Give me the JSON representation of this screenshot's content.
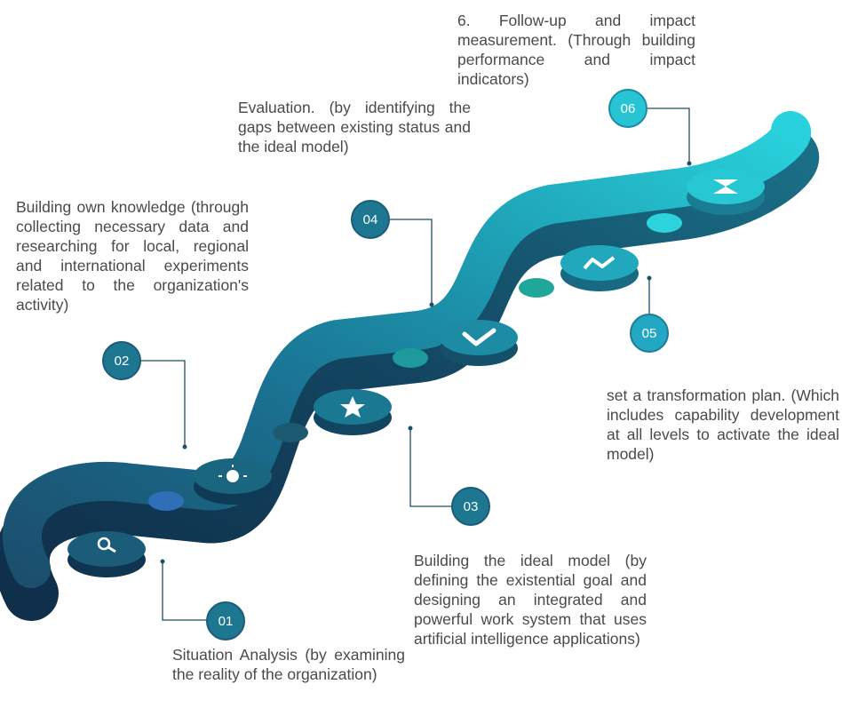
{
  "steps": [
    {
      "number": "01",
      "text": "Situation Analysis (by examining the reality of the organization)",
      "icon": "magnifier-icon"
    },
    {
      "number": "02",
      "text": "Building own knowledge (through collecting necessary data and researching for local, regional and international experiments related to the organization's activity)",
      "icon": "lightbulb-icon"
    },
    {
      "number": "03",
      "text": "Building the ideal model (by defining the existential goal and designing an integrated and powerful work system that uses artificial intelligence applications)",
      "icon": "star-icon"
    },
    {
      "number": "04",
      "text": "Evaluation. (by identifying the gaps between existing status and the ideal model)",
      "icon": "checkmark-icon"
    },
    {
      "number": "05",
      "text": "set a transformation plan. (Which includes capability development at all levels to activate the ideal model)",
      "icon": "growth-arrow-icon"
    },
    {
      "number": "06",
      "text": "6. Follow-up and impact measurement. (Through building performance and impact indicators)",
      "icon": "hourglass-icon"
    }
  ],
  "colors": {
    "road_top_1": "#1b5f7a",
    "road_top_2": "#1d8aa3",
    "road_top_3": "#22c6d3",
    "road_side": "#0f3a55",
    "badge_fill": "#1d7791",
    "badge_stroke": "#1d5c77",
    "connector": "#1d4f66",
    "text": "#4a4a4a"
  }
}
